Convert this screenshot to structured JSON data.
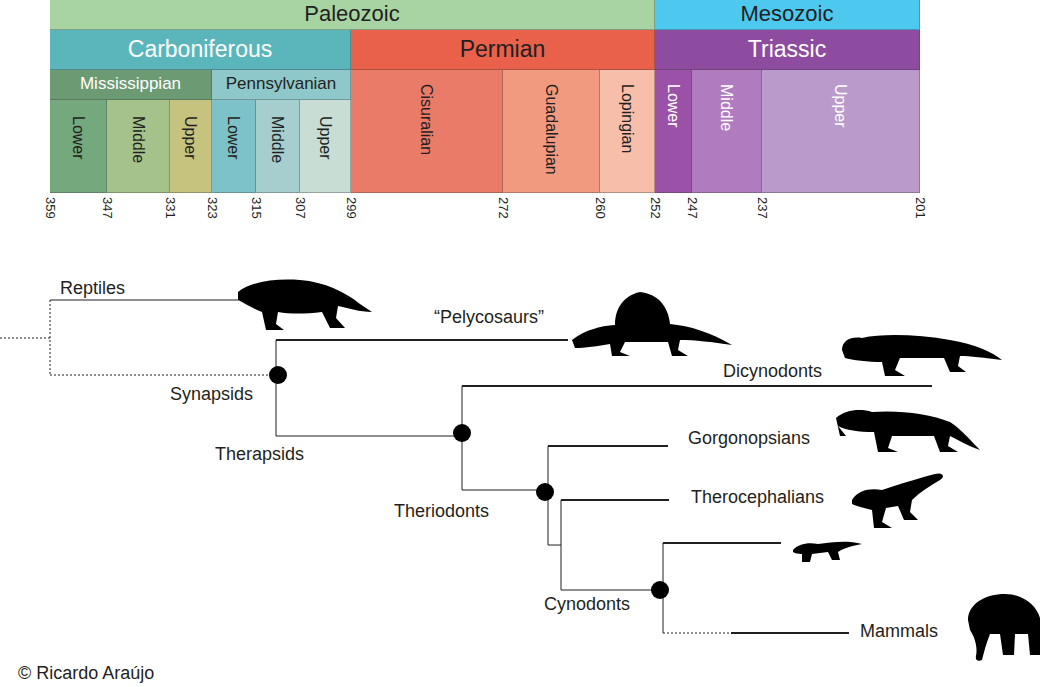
{
  "diagram": {
    "nodes": [
      {
        "text": [
          "Paleozoic"
        ]
      },
      {
        "text": [
          "Mesozoic"
        ]
      },
      {
        "text": [
          "Carboniferous"
        ]
      },
      {
        "text": [
          "Permian"
        ]
      },
      {
        "text": [
          "Triassic"
        ]
      },
      {
        "text": [
          "Mississippian"
        ]
      },
      {
        "text": [
          "Pennsylvanian"
        ]
      },
      {
        "text": [
          "Lower"
        ]
      },
      {
        "text": [
          "Middle"
        ]
      },
      {
        "text": [
          "Upper"
        ]
      },
      {
        "text": [
          "Lower"
        ]
      },
      {
        "text": [
          "Middle"
        ]
      },
      {
        "text": [
          "Upper"
        ]
      },
      {
        "text": [
          "Cisuralian"
        ]
      },
      {
        "text": [
          "Guadalupian"
        ]
      },
      {
        "text": [
          "Lopingian"
        ]
      },
      {
        "text": [
          "Lower"
        ]
      },
      {
        "text": [
          "Middle"
        ]
      },
      {
        "text": [
          "Upper"
        ]
      }
    ],
    "labels": [
      "359",
      "347",
      "331",
      "323",
      "315",
      "307",
      "299",
      "272",
      "260",
      "252",
      "247",
      "237",
      "201",
      "Reptiles",
      "“Pelycosaurs”",
      "Synapsids",
      "Dicynodonts",
      "Therapsids",
      "Gorgonopsians",
      "Theriodonts",
      "Therocephalians",
      "Cynodonts",
      "Mammals",
      "© Ricardo Araújo"
    ]
  }
}
